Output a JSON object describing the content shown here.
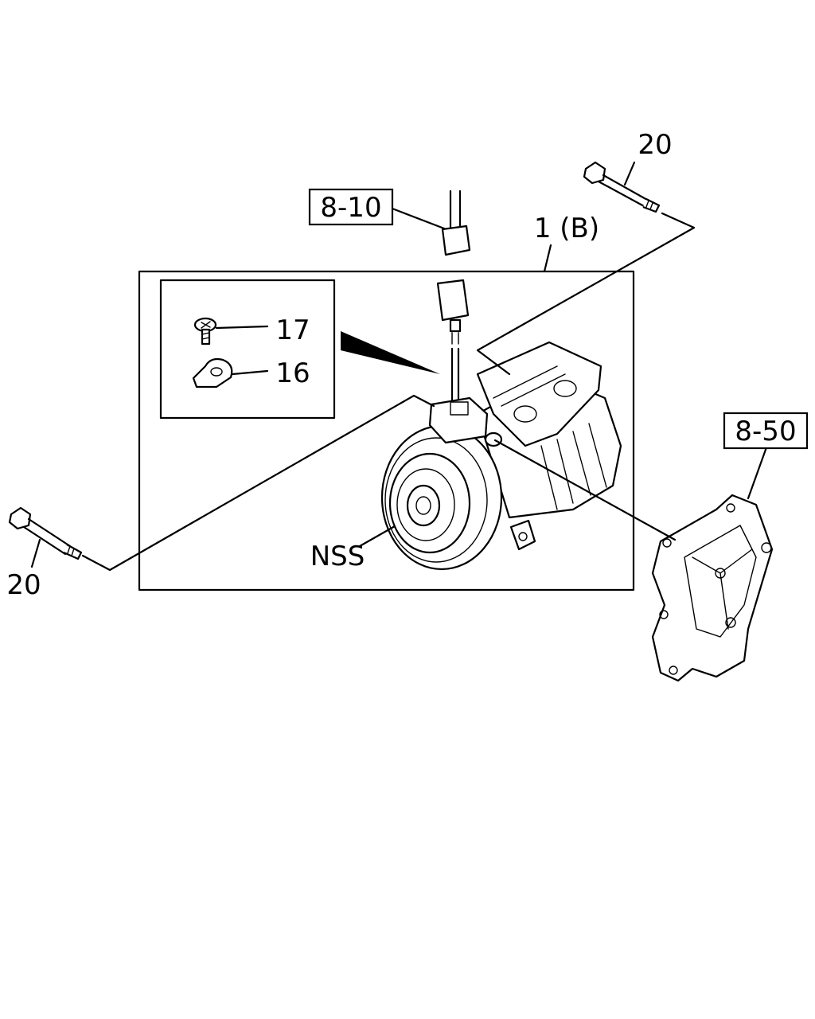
{
  "callouts": {
    "ref_8_10": "8-10",
    "ref_8_50": "8-50",
    "assembly": "1 (B)",
    "item_17": "17",
    "item_16": "16",
    "nss": "NSS",
    "bolt_top": "20",
    "bolt_left": "20"
  }
}
